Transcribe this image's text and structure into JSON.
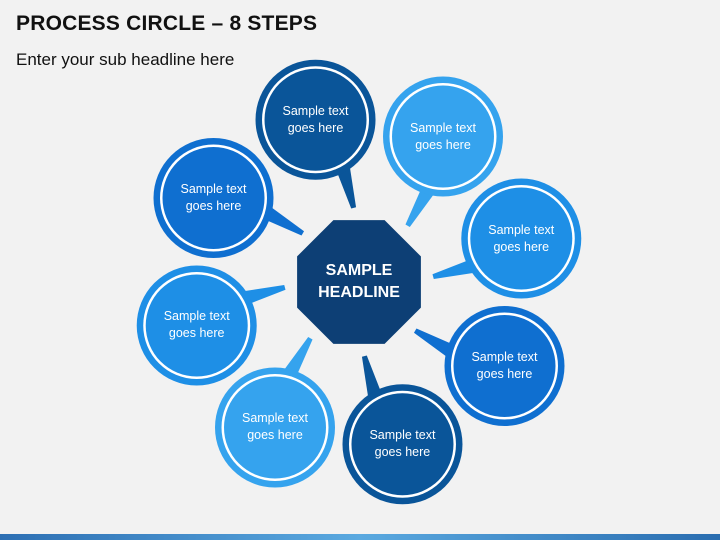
{
  "slide": {
    "title": "PROCESS CIRCLE – 8 STEPS",
    "subtitle": "Enter your sub headline here"
  },
  "center": {
    "text": "SAMPLE\nHEADLINE",
    "color": "#0d3f75"
  },
  "steps": [
    {
      "text": "Sample text\ngoes here",
      "color": "#0a5599"
    },
    {
      "text": "Sample text\ngoes here",
      "color": "#35a3ee"
    },
    {
      "text": "Sample text\ngoes here",
      "color": "#1e8fe6"
    },
    {
      "text": "Sample text\ngoes here",
      "color": "#0f6fd0"
    },
    {
      "text": "Sample text\ngoes here",
      "color": "#0a5599"
    },
    {
      "text": "Sample text\ngoes here",
      "color": "#35a3ee"
    },
    {
      "text": "Sample text\ngoes here",
      "color": "#1e8fe6"
    },
    {
      "text": "Sample text\ngoes here",
      "color": "#0f6fd0"
    }
  ]
}
